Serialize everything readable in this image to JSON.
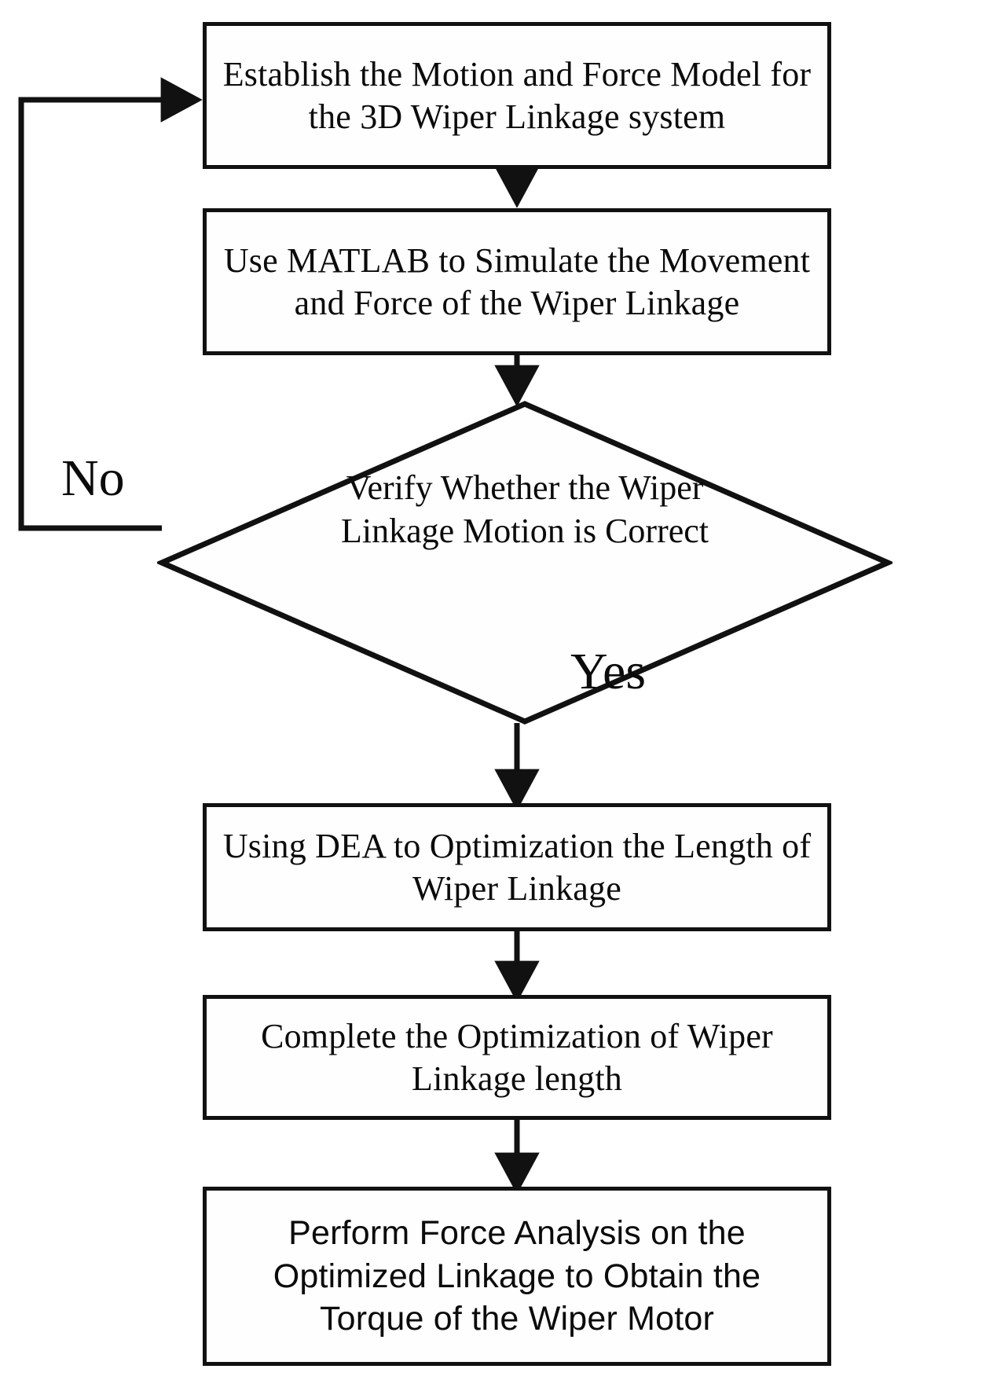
{
  "diagram": {
    "type": "flowchart",
    "title": "Wiper Linkage Optimization Flowchart",
    "colors": {
      "stroke": "#111111",
      "background": "#ffffff",
      "text": "#0b0b0b"
    },
    "nodes": [
      {
        "id": "establish-model",
        "shape": "process",
        "text": "Establish  the Motion and Force Model for the 3D Wiper Linkage system"
      },
      {
        "id": "matlab-simulate",
        "shape": "process",
        "text": "Use MATLAB to Simulate the Movement and Force of the Wiper Linkage"
      },
      {
        "id": "verify-motion",
        "shape": "decision",
        "text": "Verify Whether the Wiper Linkage Motion is Correct"
      },
      {
        "id": "dea-optimization",
        "shape": "process",
        "text": "Using DEA to Optimization the Length of Wiper Linkage"
      },
      {
        "id": "complete-optimization",
        "shape": "process",
        "text": "Complete the Optimization of Wiper Linkage length"
      },
      {
        "id": "force-analysis",
        "shape": "process",
        "text": "Perform Force Analysis on the Optimized Linkage to Obtain the Torque of the Wiper Motor"
      }
    ],
    "edge_labels": {
      "no": "No",
      "yes": "Yes"
    }
  }
}
